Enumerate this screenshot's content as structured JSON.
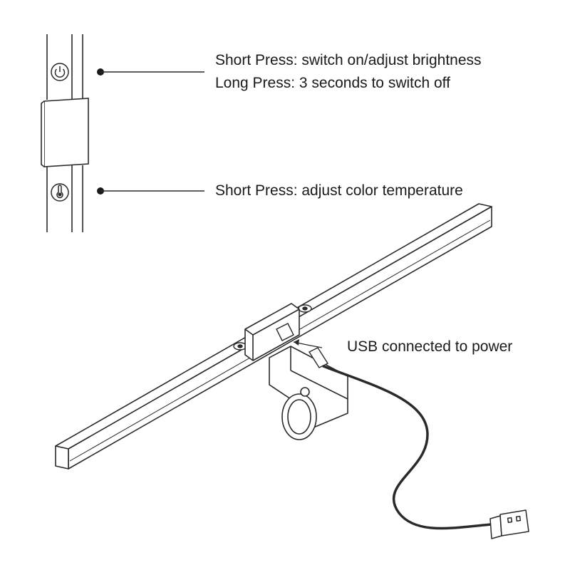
{
  "annotations": {
    "power_short_press": "Short Press: switch on/adjust brightness",
    "power_long_press": "Long Press: 3 seconds to switch off",
    "temp_short_press": "Short Press: adjust color temperature",
    "usb_label": "USB connected to power"
  },
  "icons": {
    "power_button": "power-icon",
    "temperature_button": "thermometer-icon"
  },
  "colors": {
    "line": "#2a2a2a",
    "text": "#1a1a1a",
    "background": "#ffffff"
  }
}
